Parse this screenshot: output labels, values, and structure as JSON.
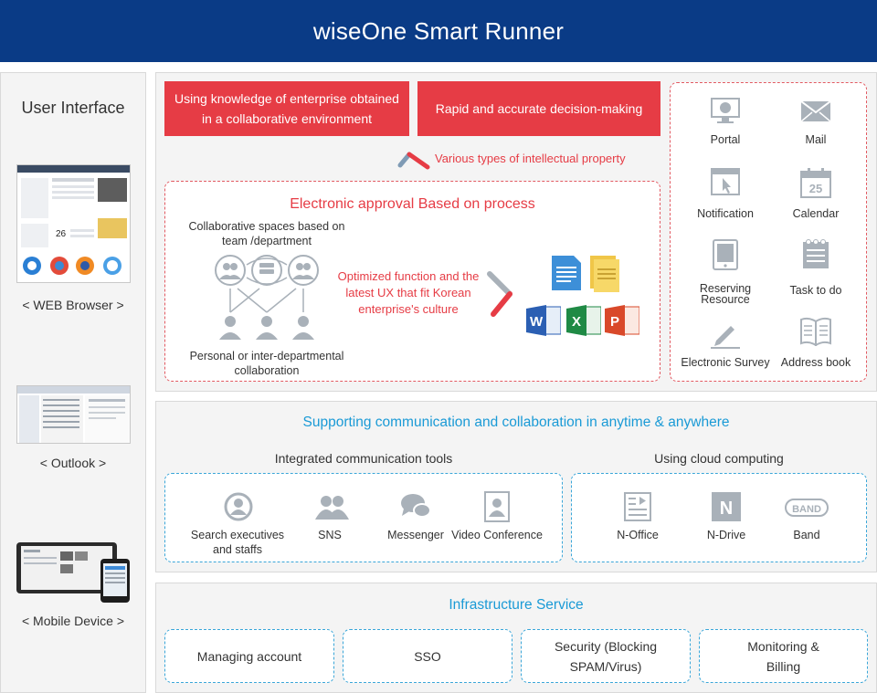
{
  "header": {
    "title": "wiseOne Smart Runner"
  },
  "left": {
    "title": "User Interface",
    "web_label": "< WEB Browser >",
    "outlook_label": "< Outlook >",
    "mobile_label": "< Mobile Device >",
    "web_date": "26"
  },
  "top": {
    "box1": "Using knowledge of enterprise obtained in a collaborative environment",
    "box2": "Rapid and accurate decision-making",
    "various": "Various types of intellectual property",
    "approval_title": "Electronic approval Based on process",
    "collab_spaces": "Collaborative spaces based on team /department",
    "personal": "Personal or inter-departmental collaboration",
    "optimized": "Optimized function and the latest UX that fit Korean enterprise's culture"
  },
  "apps": [
    {
      "label": "Portal",
      "icon": "monitor-globe-icon"
    },
    {
      "label": "Mail",
      "icon": "envelope-icon"
    },
    {
      "label": "Notification",
      "icon": "window-cursor-icon"
    },
    {
      "label": "Calendar",
      "icon": "calendar-icon",
      "badge": "25"
    },
    {
      "label": "Reserving Resource",
      "icon": "tablet-icon"
    },
    {
      "label": "Task to do",
      "icon": "notepad-icon"
    },
    {
      "label": "Electronic Survey",
      "icon": "pencil-icon"
    },
    {
      "label": "Address book",
      "icon": "book-icon"
    }
  ],
  "comm": {
    "title": "Supporting communication and collaboration in anytime & anywhere",
    "integrated": "Integrated communication tools",
    "cloud": "Using cloud computing",
    "tools": [
      {
        "label": "Search executives and staffs",
        "icon": "person-circle-icon"
      },
      {
        "label": "SNS",
        "icon": "people-icon"
      },
      {
        "label": "Messenger",
        "icon": "chat-bubbles-icon"
      },
      {
        "label": "Video Conference",
        "icon": "video-portrait-icon"
      }
    ],
    "cloud_items": [
      {
        "label": "N-Office",
        "icon": "document-play-icon"
      },
      {
        "label": "N-Drive",
        "icon": "n-drive-icon",
        "glyph": "N"
      },
      {
        "label": "Band",
        "icon": "band-icon",
        "glyph": "BAND"
      }
    ]
  },
  "infra": {
    "title": "Infrastructure Service",
    "items": [
      "Managing account",
      "SSO",
      "Security (Blocking SPAM/Virus)",
      "Monitoring & Billing"
    ]
  },
  "colors": {
    "header": "#0a3b86",
    "accent_red": "#e63c45",
    "accent_blue": "#1a9ad6",
    "icon_gray": "#a9b1b9"
  },
  "office_icons": {
    "word": "W",
    "excel": "X",
    "ppt": "P"
  }
}
